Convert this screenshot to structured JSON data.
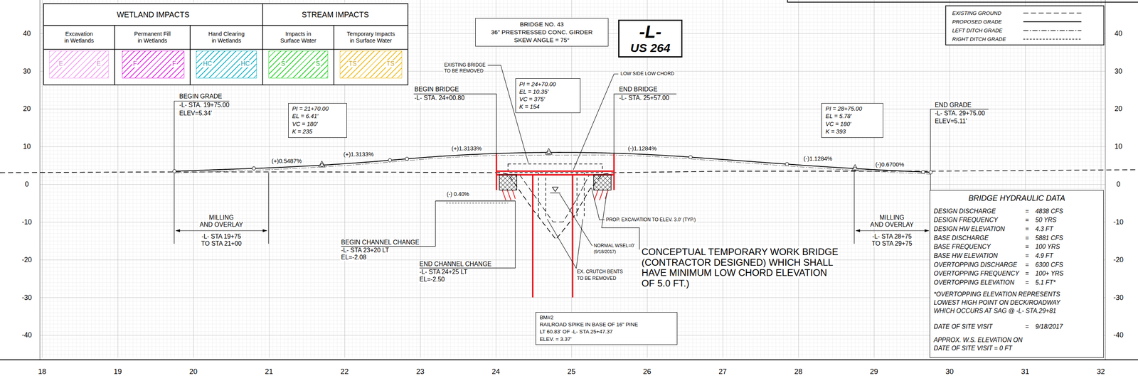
{
  "diagram": {
    "nodes": [
      {
        "text": [
          "BRIDGE NO. 43",
          "36\" PRESTRESSED CONC. GIRDER",
          "SKEW ANGLE = 75°"
        ]
      },
      {
        "text": [
          "-L-",
          "US 264"
        ]
      },
      {
        "text": [
          "PI = 21+70.00",
          "EL = 6.41'",
          "VC = 180'",
          "K = 235"
        ]
      },
      {
        "text": [
          "PI = 24+70.00",
          "EL = 10.35'",
          "VC = 375'",
          "K = 154"
        ]
      },
      {
        "text": [
          "PI = 28+75.00",
          "EL = 5.78'",
          "VC = 180'",
          "K = 393"
        ]
      },
      {
        "text": [
          "BM#2",
          "RAILROAD SPIKE IN BASE OF 16\" PINE",
          "LT 60.83' OF -L- STA 25+47.37",
          "ELEV. = 3.37'"
        ]
      },
      {
        "text": [
          "BRIDGE HYDRAULIC DATA",
          "DESIGN DISCHARGE",
          "=",
          "4838 CFS",
          "DESIGN FREQUENCY",
          "=",
          "50 YRS",
          "DESIGN HW ELEVATION",
          "=",
          "4.3 FT",
          "BASE DISCHARGE",
          "=",
          "5881 CFS",
          "BASE FREQUENCY",
          "=",
          "100 YRS",
          "BASE HW ELEVATION",
          "=",
          "4.9 FT",
          "OVERTOPPING DISCHARGE",
          "=",
          "6300 CFS",
          "OVERTOPPING FREQUENCY",
          "=",
          "100+ YRS",
          "OVERTOPPING ELEVATION",
          "=",
          "5.1 FT*",
          "*OVERTOPPING ELEVATION REPRESENTS LOWEST HIGH POINT ON DECK/ROADWAY WHICH OCCURS AT SAG @ -L- STA.29+81",
          "DATE OF SITE VISIT",
          "=",
          "9/18/2017",
          "APPROX. W.S. ELEVATION ON DATE OF SITE VISIT = 0 FT"
        ]
      }
    ],
    "labels": [
      "WETLAND IMPACTS",
      "STREAM IMPACTS",
      "E",
      "E",
      "F",
      "F",
      "HC",
      "HC",
      "S",
      "S",
      "TS",
      "TS",
      "EXISTING BRIDGE",
      "TO BE REMOVED",
      "LOW SIDE LOW CHORD",
      "BEGIN GRADE",
      "-L- STA. 19+75.00",
      "ELEV=5.34'",
      "BEGIN BRIDGE",
      "-L- STA. 24+00.80",
      "END BRIDGE",
      "-L- STA. 25+57.00",
      "END GRADE",
      "-L- STA. 29+75.00",
      "ELEV=5.11'",
      "(+)0.5487%",
      "(+)1.3133%",
      "(+)1.3133%",
      "(-)1.1284%",
      "(-)1.1284%",
      "(-)0.6700%",
      "(-) 0.40%",
      "MILLING",
      "AND OVERLAY",
      "-L- STA 19+75",
      "TO STA 21+00",
      "MILLING",
      "AND OVERLAY",
      "-L- STA 28+75",
      "TO STA 29+75",
      "BEGIN CHANNEL CHANGE",
      "-L- STA 23+20 LT",
      "EL=-2.08",
      "END CHANNEL CHANGE",
      "-L- STA 24+25 LT",
      "EL=-2.50",
      "PROP. EXCAVATION TO ELEV. 3.0' (TYP.)",
      "NORMAL WSEL=0'",
      "(9/18/2017)",
      "EX. CRUTCH BENTS",
      "TO BE REMOVED",
      "CONCEPTUAL TEMPORARY WORK BRIDGE",
      "(CONTRACTOR DESIGNED) WHICH SHALL",
      "HAVE MINIMUM LOW CHORD ELEVATION",
      "OF 5.0 FT.)",
      "40",
      "30",
      "20",
      "10",
      "0",
      "-10",
      "-20",
      "-30",
      "-40",
      "40",
      "30",
      "20",
      "10",
      "0",
      "-10",
      "-20",
      "-30",
      "-40",
      "18",
      "19",
      "20",
      "21",
      "22",
      "23",
      "24",
      "25",
      "26",
      "27",
      "28",
      "29",
      "30",
      "31",
      "32"
    ],
    "legend": [
      {
        "text": "Excavation in Wetlands",
        "color": "#f4a3f4"
      },
      {
        "text": "Permanent Fill in Wetlands",
        "color": "#e535e5"
      },
      {
        "text": "Hand Clearing in Wetlands",
        "color": "#22b8c9"
      },
      {
        "text": "Impacts in Surface Water",
        "color": "#3cd63c"
      },
      {
        "text": "Temporary Impacts in Surface Water",
        "color": "#f0c02c"
      },
      {
        "text": "EXISTING GROUND"
      },
      {
        "text": "PROPOSED GRADE"
      },
      {
        "text": "LEFT DITCH GRADE"
      },
      {
        "text": "RIGHT DITCH GRADE"
      }
    ]
  }
}
